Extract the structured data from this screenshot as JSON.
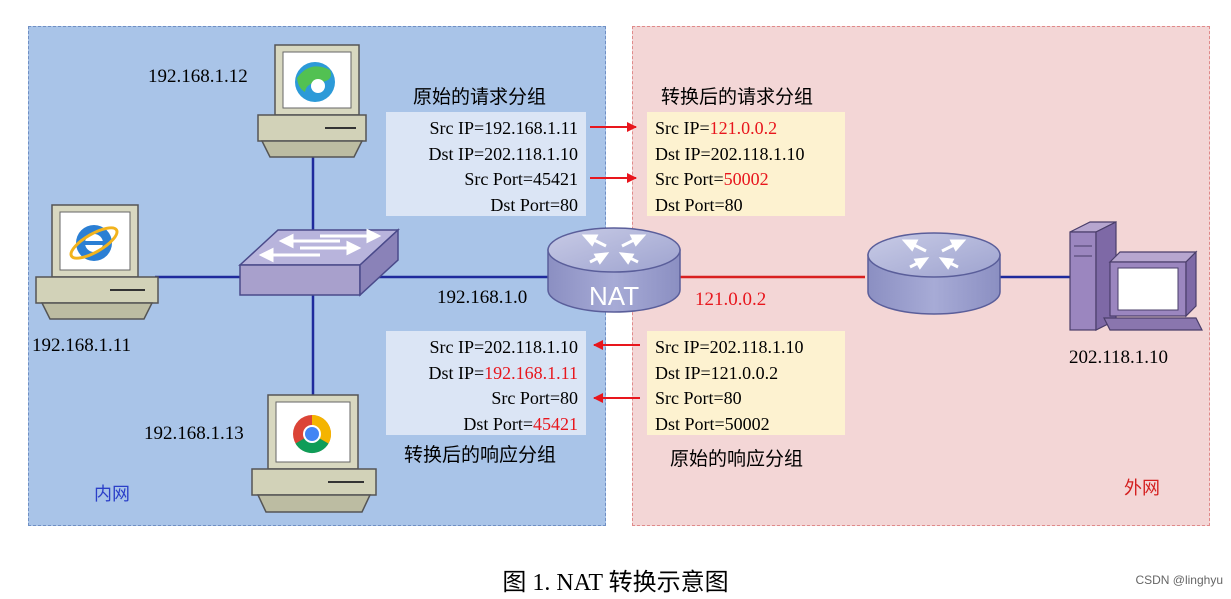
{
  "zones": {
    "inner": "内网",
    "outer": "外网"
  },
  "hosts": {
    "pc_top": "192.168.1.12",
    "pc_left": "192.168.1.11",
    "pc_bottom": "192.168.1.13",
    "lan_subnet": "192.168.1.0",
    "nat_label": "NAT",
    "nat_public_ip": "121.0.0.2",
    "server": "202.118.1.10"
  },
  "request_original": {
    "title": "原始的请求分组",
    "lines": [
      {
        "key": "Src IP=",
        "value": "192.168.1.11",
        "changed": false
      },
      {
        "key": "Dst IP=",
        "value": "202.118.1.10",
        "changed": false
      },
      {
        "key": "Src Port=",
        "value": "45421",
        "changed": false
      },
      {
        "key": "Dst Port=",
        "value": "80",
        "changed": false
      }
    ]
  },
  "request_translated": {
    "title": "转换后的请求分组",
    "lines": [
      {
        "key": "Src IP=",
        "value": "121.0.0.2",
        "changed": true
      },
      {
        "key": "Dst IP=",
        "value": "202.118.1.10",
        "changed": false
      },
      {
        "key": "Src Port=",
        "value": "50002",
        "changed": true
      },
      {
        "key": "Dst Port=",
        "value": "80",
        "changed": false
      }
    ]
  },
  "response_translated": {
    "title": "转换后的响应分组",
    "lines": [
      {
        "key": "Src IP=",
        "value": "202.118.1.10",
        "changed": false
      },
      {
        "key": "Dst IP=",
        "value": "192.168.1.11",
        "changed": true
      },
      {
        "key": "Src Port=",
        "value": "80",
        "changed": false
      },
      {
        "key": "Dst Port=",
        "value": "45421",
        "changed": true
      }
    ]
  },
  "response_original": {
    "title": "原始的响应分组",
    "lines": [
      {
        "key": "Src IP=",
        "value": "202.118.1.10",
        "changed": false
      },
      {
        "key": "Dst IP=",
        "value": "121.0.0.2",
        "changed": false
      },
      {
        "key": "Src Port=",
        "value": "80",
        "changed": false
      },
      {
        "key": "Dst Port=",
        "value": "50002",
        "changed": false
      }
    ]
  },
  "caption": "图 1. NAT 转换示意图",
  "watermark": "CSDN @linghyu",
  "colors": {
    "changed": "#e8161d",
    "lan_link": "#1f2a9c",
    "wan_link": "#d92020"
  },
  "icons": [
    "edge-browser-icon",
    "ie-browser-icon",
    "chrome-browser-icon",
    "switch-icon",
    "router-icon",
    "server-icon"
  ]
}
